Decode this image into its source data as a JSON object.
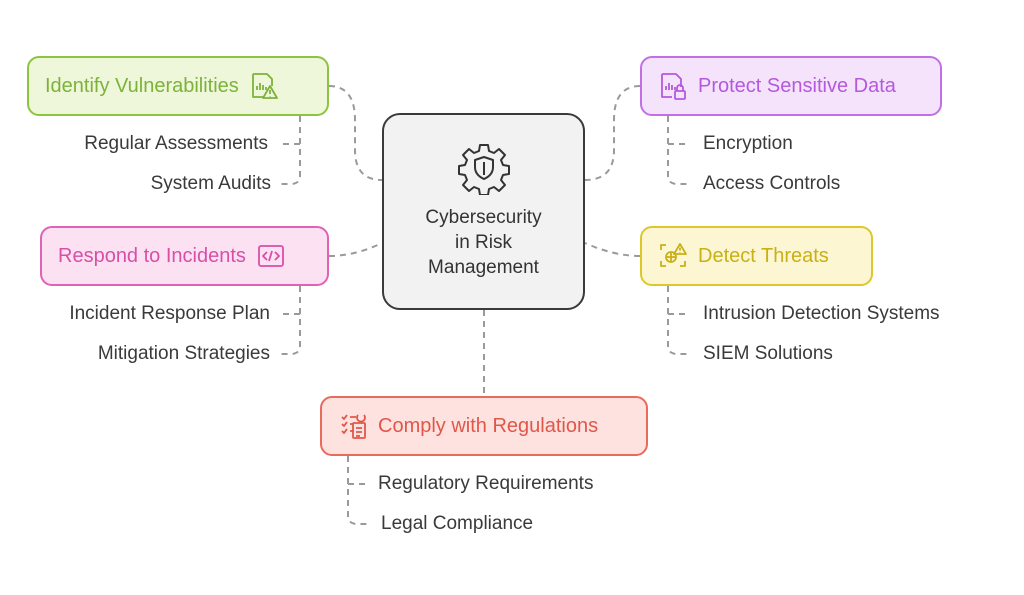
{
  "center": {
    "title": "Cybersecurity\nin Risk\nManagement",
    "icon": "shield-gear-icon"
  },
  "branches": {
    "identify": {
      "label": "Identify Vulnerabilities",
      "icon": "chart-warning-icon",
      "color": "#8cc440",
      "items": [
        "Regular Assessments",
        "System Audits"
      ]
    },
    "protect": {
      "label": "Protect Sensitive Data",
      "icon": "chart-lock-icon",
      "color": "#c26fe6",
      "items": [
        "Encryption",
        "Access Controls"
      ]
    },
    "respond": {
      "label": "Respond to Incidents",
      "icon": "code-window-icon",
      "color": "#e062b5",
      "items": [
        "Incident Response Plan",
        "Mitigation Strategies"
      ]
    },
    "detect": {
      "label": "Detect Threats",
      "icon": "scan-warning-icon",
      "color": "#ddc72a",
      "items": [
        "Intrusion Detection Systems",
        "SIEM Solutions"
      ]
    },
    "comply": {
      "label": "Comply with Regulations",
      "icon": "checklist-icon",
      "color": "#ea6a5c",
      "items": [
        "Regulatory Requirements",
        "Legal Compliance"
      ]
    }
  }
}
